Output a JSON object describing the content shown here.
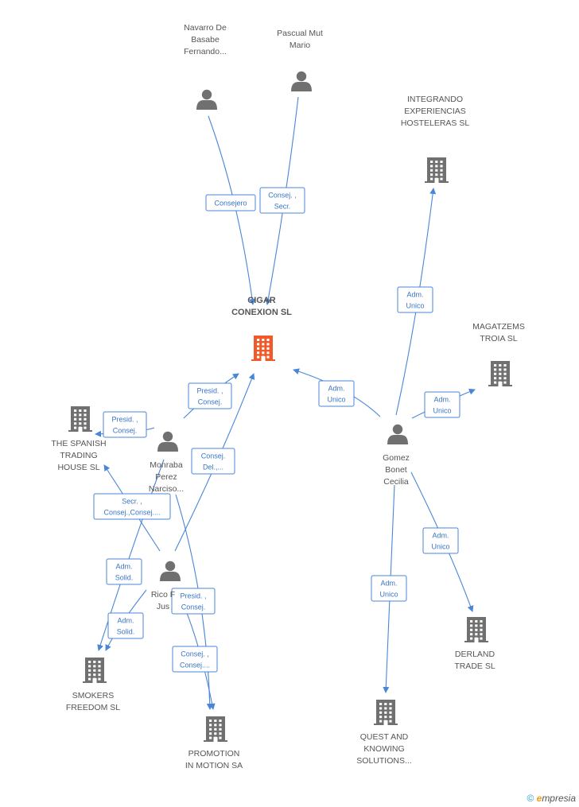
{
  "diagram": {
    "colors": {
      "edge": "#4a86d8",
      "label_border": "#4a86d8",
      "label_text": "#3a74c4",
      "node_gray": "#707070",
      "node_center": "#f05a28",
      "text": "#555555"
    },
    "nodes": [
      {
        "id": "cigar",
        "type": "company",
        "highlight": true,
        "label": [
          "CIGAR",
          "CONEXION SL"
        ]
      },
      {
        "id": "navarro",
        "type": "person",
        "label": [
          "Navarro De",
          "Basabe",
          "Fernando..."
        ]
      },
      {
        "id": "pascual",
        "type": "person",
        "label": [
          "Pascual Mut",
          "Mario"
        ]
      },
      {
        "id": "integrando",
        "type": "company",
        "label": [
          "INTEGRANDO",
          "EXPERIENCIAS",
          "HOSTELERAS SL"
        ]
      },
      {
        "id": "magatzems",
        "type": "company",
        "label": [
          "MAGATZEMS",
          "TROIA SL"
        ]
      },
      {
        "id": "gomez",
        "type": "person",
        "label": [
          "Gomez",
          "Bonet",
          "Cecilia"
        ]
      },
      {
        "id": "spanish",
        "type": "company",
        "label": [
          "THE SPANISH",
          "TRADING",
          "HOUSE  SL"
        ]
      },
      {
        "id": "monraba",
        "type": "person",
        "label": [
          "Monraba",
          "Perez",
          "Narciso..."
        ]
      },
      {
        "id": "rico",
        "type": "person",
        "label": [
          "Rico F",
          "Jus"
        ]
      },
      {
        "id": "smokers",
        "type": "company",
        "label": [
          "SMOKERS",
          "FREEDOM  SL"
        ]
      },
      {
        "id": "promotion",
        "type": "company",
        "label": [
          "PROMOTION",
          "IN MOTION SA"
        ]
      },
      {
        "id": "quest",
        "type": "company",
        "label": [
          "QUEST AND",
          "KNOWING",
          "SOLUTIONS..."
        ]
      },
      {
        "id": "derland",
        "type": "company",
        "label": [
          "DERLAND",
          "TRADE SL"
        ]
      }
    ],
    "edges": [
      {
        "id": "e1",
        "from": "navarro",
        "to": "cigar",
        "label": [
          "Consejero"
        ]
      },
      {
        "id": "e2",
        "from": "pascual",
        "to": "cigar",
        "label": [
          "Consej. ,",
          "Secr."
        ]
      },
      {
        "id": "e3",
        "from": "gomez",
        "to": "integrando",
        "label": [
          "Adm.",
          "Unico"
        ]
      },
      {
        "id": "e4",
        "from": "gomez",
        "to": "cigar",
        "label": [
          "Adm.",
          "Unico"
        ]
      },
      {
        "id": "e5",
        "from": "gomez",
        "to": "magatzems",
        "label": [
          "Adm.",
          "Unico"
        ]
      },
      {
        "id": "e6",
        "from": "monraba",
        "to": "cigar",
        "label": [
          "Presid. ,",
          "Consej."
        ]
      },
      {
        "id": "e7",
        "from": "monraba",
        "to": "spanish",
        "label": [
          "Presid. ,",
          "Consej."
        ]
      },
      {
        "id": "e8",
        "from": "rico",
        "to": "cigar",
        "label": [
          "Consej.",
          "Del.,..."
        ]
      },
      {
        "id": "e9",
        "from": "rico",
        "to": "spanish",
        "label": [
          "Secr. ,",
          "Consej.,Consej...."
        ]
      },
      {
        "id": "e10",
        "from": "monraba",
        "to": "smokers",
        "label": [
          "Adm.",
          "Solid."
        ]
      },
      {
        "id": "e11",
        "from": "rico",
        "to": "smokers",
        "label": [
          "Adm.",
          "Solid."
        ]
      },
      {
        "id": "e12",
        "from": "rico",
        "to": "promotion",
        "label": [
          "Presid. ,",
          "Consej."
        ]
      },
      {
        "id": "e13",
        "from": "monraba",
        "to": "promotion",
        "label": [
          "Consej. ,",
          "Consej...."
        ]
      },
      {
        "id": "e14",
        "from": "gomez",
        "to": "derland",
        "label": [
          "Adm.",
          "Unico"
        ]
      },
      {
        "id": "e15",
        "from": "gomez",
        "to": "quest",
        "label": [
          "Adm.",
          "Unico"
        ]
      }
    ]
  },
  "footer": {
    "copyright_symbol": "©",
    "brand_initial": "e",
    "brand_rest": "mpresia"
  }
}
